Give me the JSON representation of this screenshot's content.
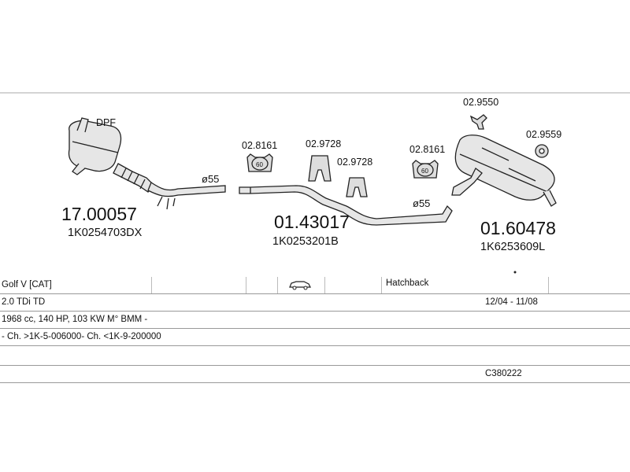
{
  "diagram": {
    "dpf_label": "DPF",
    "parts": {
      "front_number": "17.00057",
      "front_oe": "1K0254703DX",
      "mid_number": "01.43017",
      "mid_oe": "1K0253201B",
      "rear_number": "01.60478",
      "rear_oe": "1K6253609L"
    },
    "accessories": {
      "clamp_a": "02.8161",
      "hanger_a": "02.9728",
      "hanger_b": "02.9728",
      "clamp_b": "02.8161",
      "bracket": "02.9550",
      "rubber_ring": "02.9559"
    },
    "clamp_size": "60",
    "diameters": {
      "d1": "ø55",
      "d2": "ø55"
    }
  },
  "table": {
    "model": "Golf V  [CAT]",
    "vehicle_icon": "car-icon",
    "body": "Hatchback",
    "engine": "2.0 TDi TD",
    "dates": "12/04 - 11/08",
    "spec": "1968 cc, 140 HP, 103 KW M° BMM -",
    "chassis": "- Ch. >1K-5-006000- Ch. <1K-9-200000",
    "catalog_ref": "C380222"
  }
}
